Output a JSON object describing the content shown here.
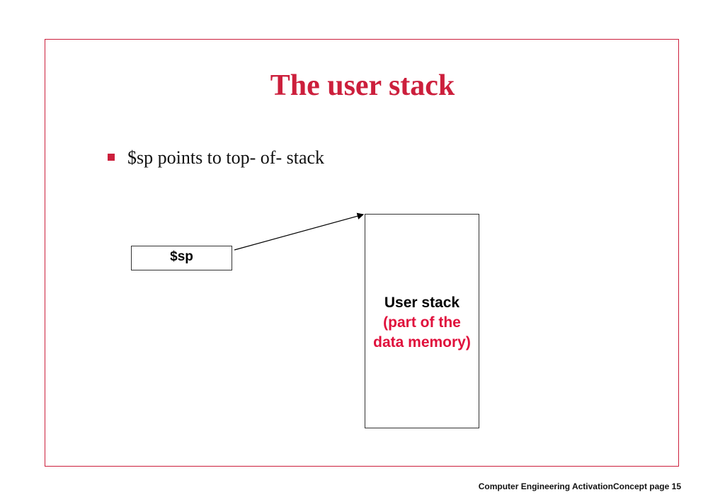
{
  "slide": {
    "title": "The user stack",
    "bullet": "$sp points to top- of- stack",
    "footer": "Computer Engineering ActivationConcept page 15"
  },
  "diagram": {
    "sp_label": "$sp",
    "stack_line1": "User stack",
    "stack_line2": "(part of the",
    "stack_line3": "data memory)"
  },
  "colors": {
    "accent": "#cc1f3c",
    "annotation": "#e0103c"
  }
}
